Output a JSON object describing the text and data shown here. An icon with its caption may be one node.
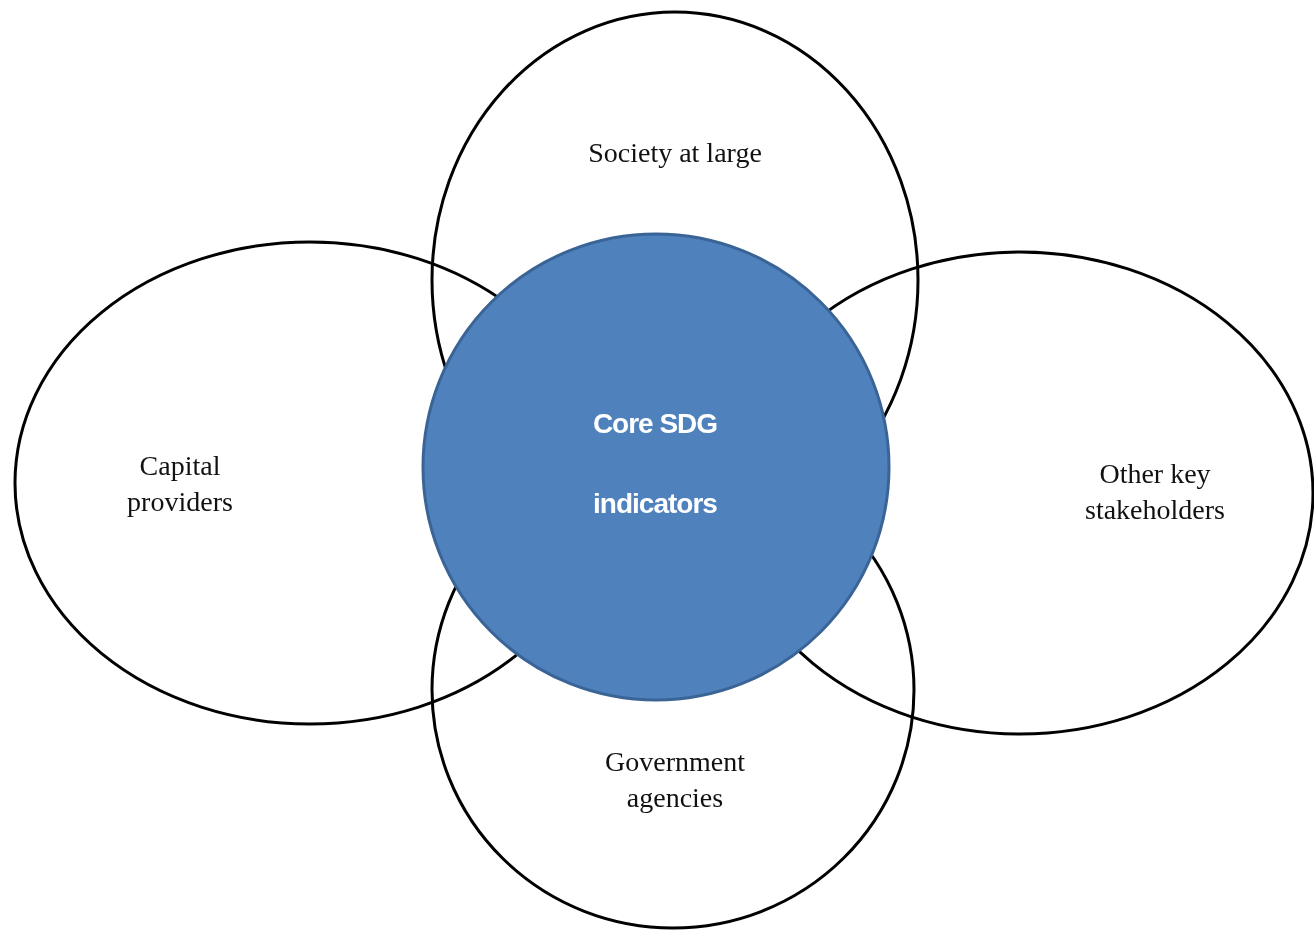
{
  "diagram": {
    "nodes": [
      {
        "text": [
          "Society at large"
        ]
      },
      {
        "text": [
          "Capital providers"
        ]
      },
      {
        "text": [
          "Core SDG indicators"
        ]
      },
      {
        "text": [
          "Other key stakeholders"
        ]
      },
      {
        "text": [
          "Government agencies"
        ]
      }
    ]
  }
}
